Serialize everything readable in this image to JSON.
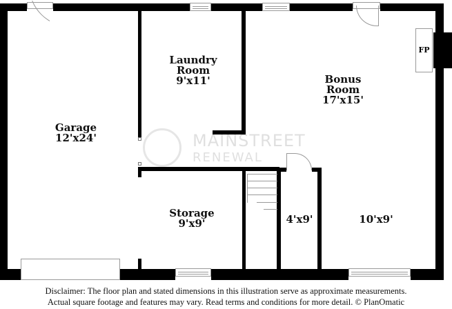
{
  "floor_plan": {
    "rooms": [
      {
        "id": "garage",
        "name": "Garage",
        "dimensions": "12'x24'"
      },
      {
        "id": "laundry",
        "name": "Laundry\nRoom",
        "name_line1": "Laundry",
        "name_line2": "Room",
        "dimensions": "9'x11'"
      },
      {
        "id": "bonus",
        "name": "Bonus Room",
        "name_line1": "Bonus",
        "name_line2": "Room",
        "dimensions": "17'x15'"
      },
      {
        "id": "storage",
        "name": "Storage",
        "dimensions": "9'x9'"
      },
      {
        "id": "closet",
        "name": "",
        "dimensions": "4'x9'"
      },
      {
        "id": "room_sw",
        "name": "",
        "dimensions": "10'x9'"
      }
    ],
    "fixtures": {
      "fireplace_label": "FP"
    },
    "watermark": {
      "line1": "MAINSTREET",
      "line2": "RENEWAL"
    }
  },
  "disclaimer": {
    "line1": "Disclaimer: The floor plan and stated dimensions in this illustration serve as approximate measurements.",
    "line2": "Actual square footage and features may vary. Read terms and conditions for more detail. © PlanOmatic"
  }
}
